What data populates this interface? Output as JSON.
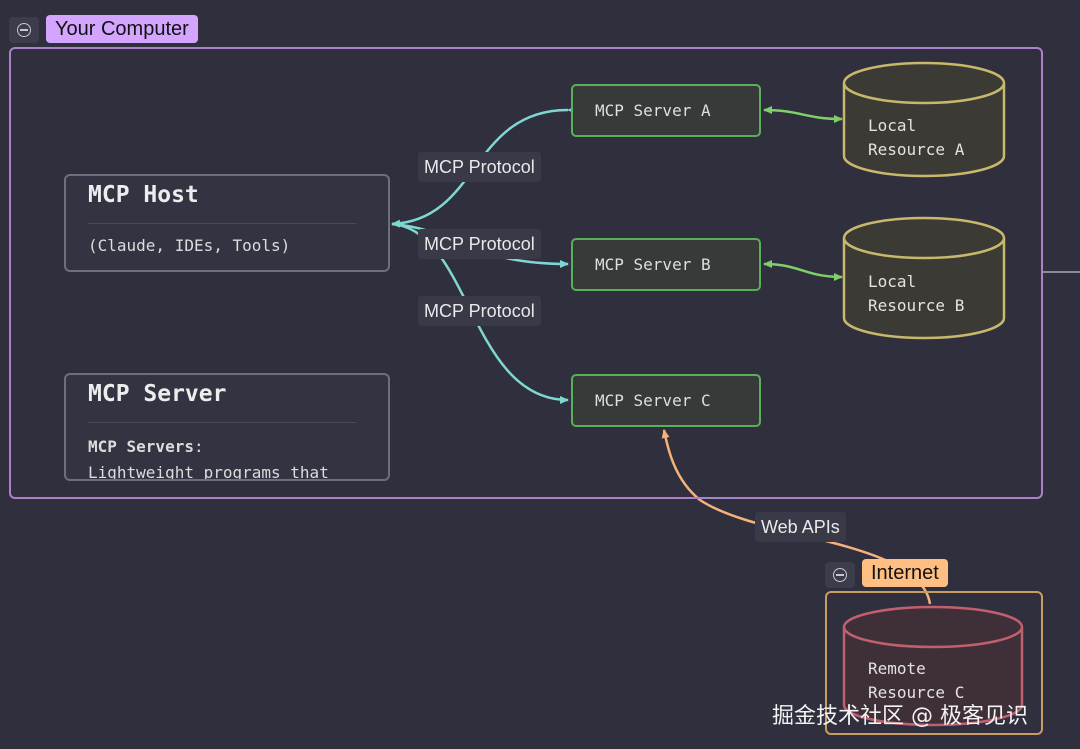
{
  "groups": {
    "computer": {
      "label": "Your Computer",
      "tag_color": "#d4a5ff",
      "border_color": "#a883cc"
    },
    "internet": {
      "label": "Internet",
      "tag_color": "#ffbe82",
      "border_color": "#c99d62"
    }
  },
  "host": {
    "title": "MCP Host",
    "subtitle": "(Claude, IDEs, Tools)"
  },
  "server_card": {
    "title": "MCP Server",
    "bold_term": "MCP Servers",
    "colon": ":",
    "desc": "Lightweight programs that"
  },
  "servers": {
    "a": "MCP Server A",
    "b": "MCP Server B",
    "c": "MCP Server C"
  },
  "resources": {
    "a": "Local\nResource A",
    "b": "Local\nResource B",
    "c": "Remote\nResource C"
  },
  "edge_labels": {
    "protocol_1": "MCP Protocol",
    "protocol_2": "MCP Protocol",
    "protocol_3": "MCP Protocol",
    "web": "Web APIs"
  },
  "colors": {
    "protocol_edge": "#7fd7d3",
    "local_edge": "#7fcf6a",
    "web_edge": "#f5b27a",
    "server_border": "#58b158",
    "local_resource": "#c8b86c",
    "remote_resource": "#c0606e"
  },
  "icons": {
    "collapse": "collapse-icon"
  },
  "watermark": "掘金技术社区 @ 极客见识"
}
